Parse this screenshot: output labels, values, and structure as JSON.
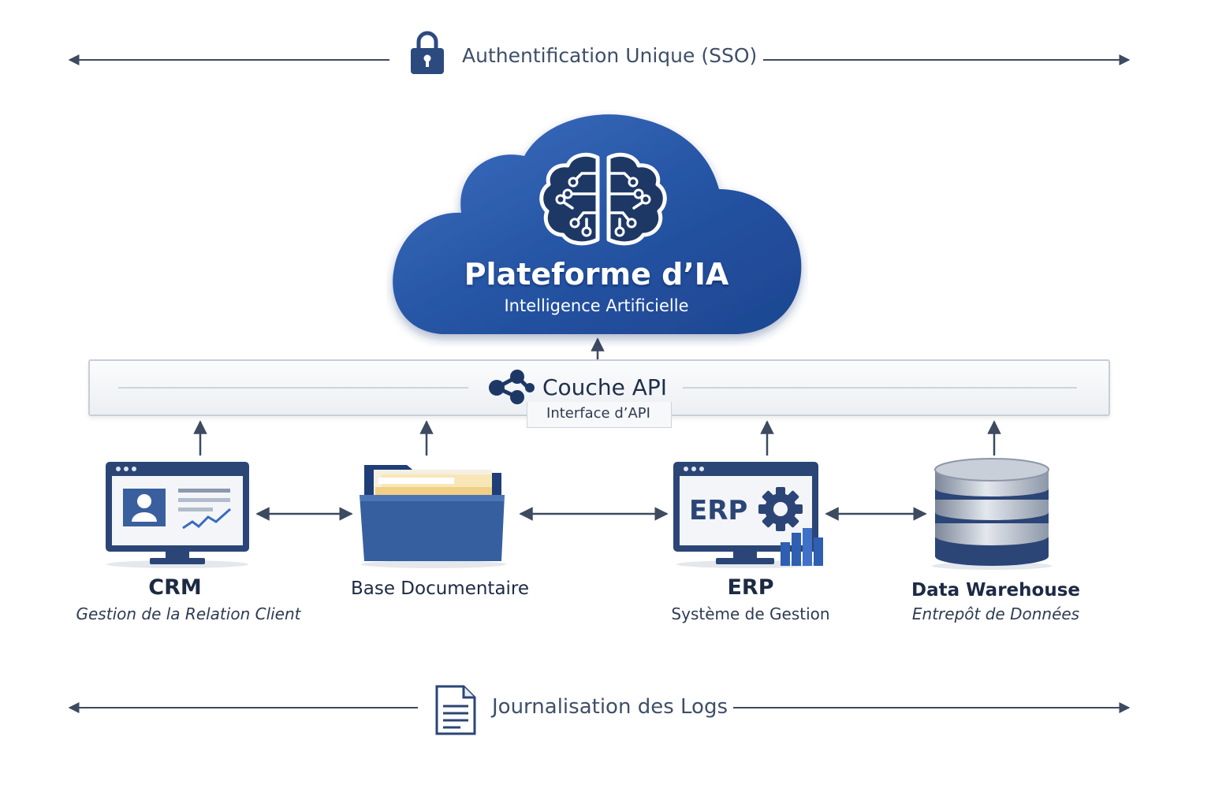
{
  "colors": {
    "primary_blue": "#2f5da8",
    "dark_navy": "#1e3866",
    "line": "#3d4a60",
    "text": "#1f2f4a"
  },
  "top_bar": {
    "label": "Authentification Unique (SSO)",
    "icon": "padlock-icon"
  },
  "cloud": {
    "icon": "brain-circuit-icon",
    "title": "Plateforme d’IA",
    "subtitle": "Intelligence Artificielle"
  },
  "api_layer": {
    "icon": "share-nodes-icon",
    "title": "Couche API",
    "subtitle": "Interface d’API"
  },
  "systems": [
    {
      "key": "crm",
      "name": "CRM",
      "description": "Gestion de la Relation Client",
      "icon": "monitor-dashboard-icon"
    },
    {
      "key": "docs",
      "name": "Base Documentaire",
      "description": "",
      "icon": "folder-icon"
    },
    {
      "key": "erp",
      "name": "ERP",
      "description": "Système de Gestion",
      "icon": "erp-monitor-icon",
      "screen_text": "ERP"
    },
    {
      "key": "dwh",
      "name": "Data Warehouse",
      "description": "Entrepôt de Données",
      "icon": "database-icon"
    }
  ],
  "bottom_bar": {
    "label": "Journalisation des Logs",
    "icon": "document-icon"
  }
}
